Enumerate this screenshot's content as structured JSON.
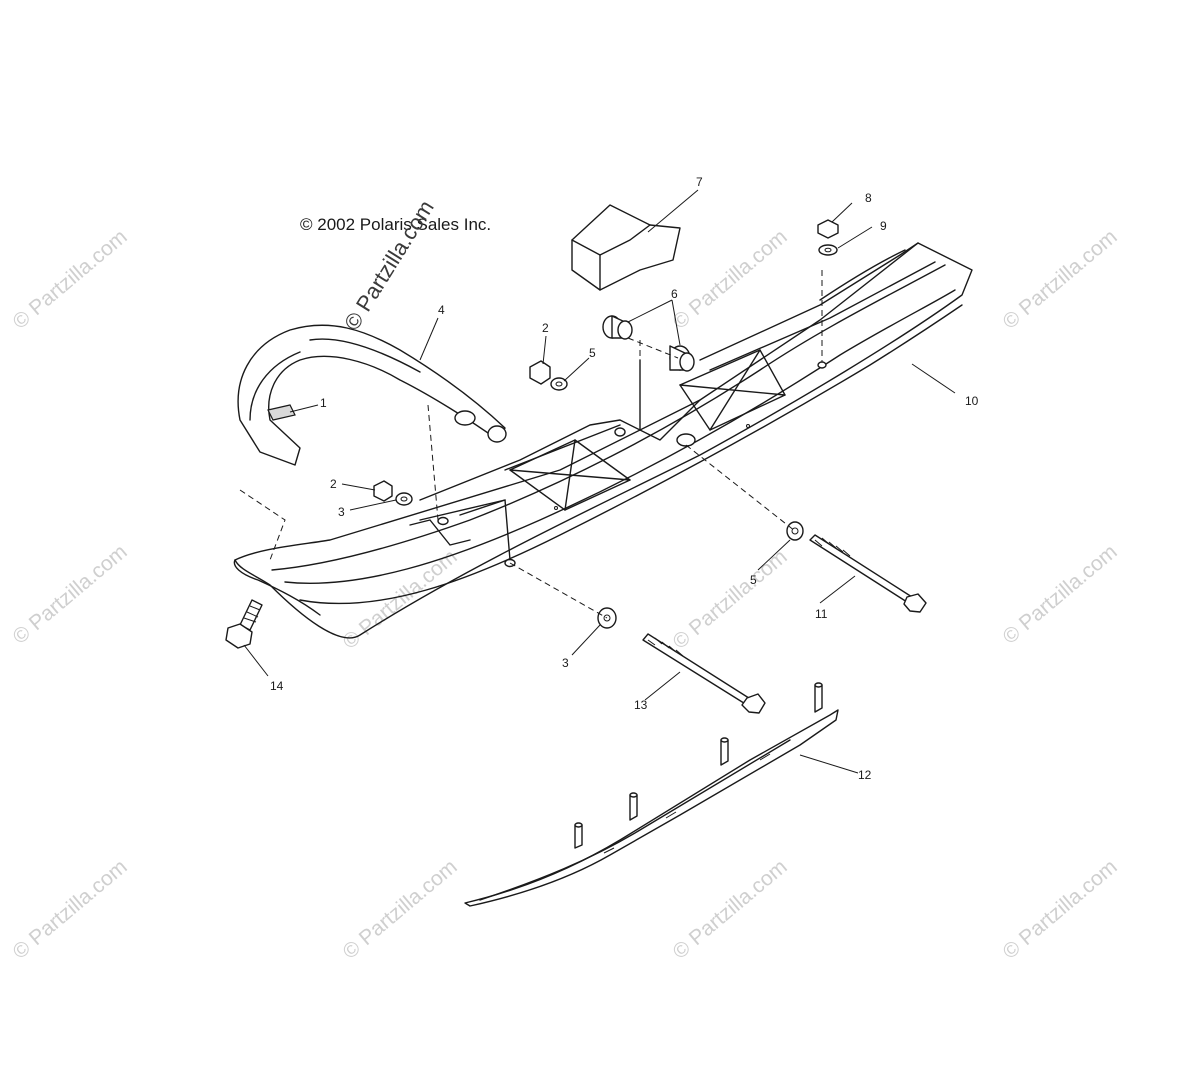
{
  "copyright": "© 2002 Polaris Sales Inc.",
  "watermark": "© Partzilla.com",
  "callouts": [
    "1",
    "2",
    "2",
    "3",
    "3",
    "4",
    "5",
    "5",
    "6",
    "7",
    "8",
    "9",
    "10",
    "11",
    "12",
    "13",
    "14"
  ]
}
